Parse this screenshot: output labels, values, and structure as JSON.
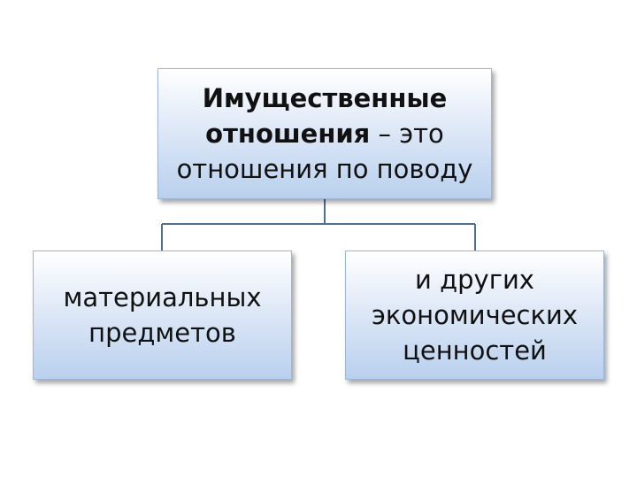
{
  "diagram": {
    "top_box": {
      "bold_line1": "Имущественные",
      "bold_line2": "отношения",
      "line2_rest": " – это",
      "line3": "отношения по поводу"
    },
    "left_box": {
      "line1": "материальных",
      "line2": "предметов"
    },
    "right_box": {
      "line1": "и других",
      "line2": "экономических",
      "line3": "ценностей"
    }
  }
}
